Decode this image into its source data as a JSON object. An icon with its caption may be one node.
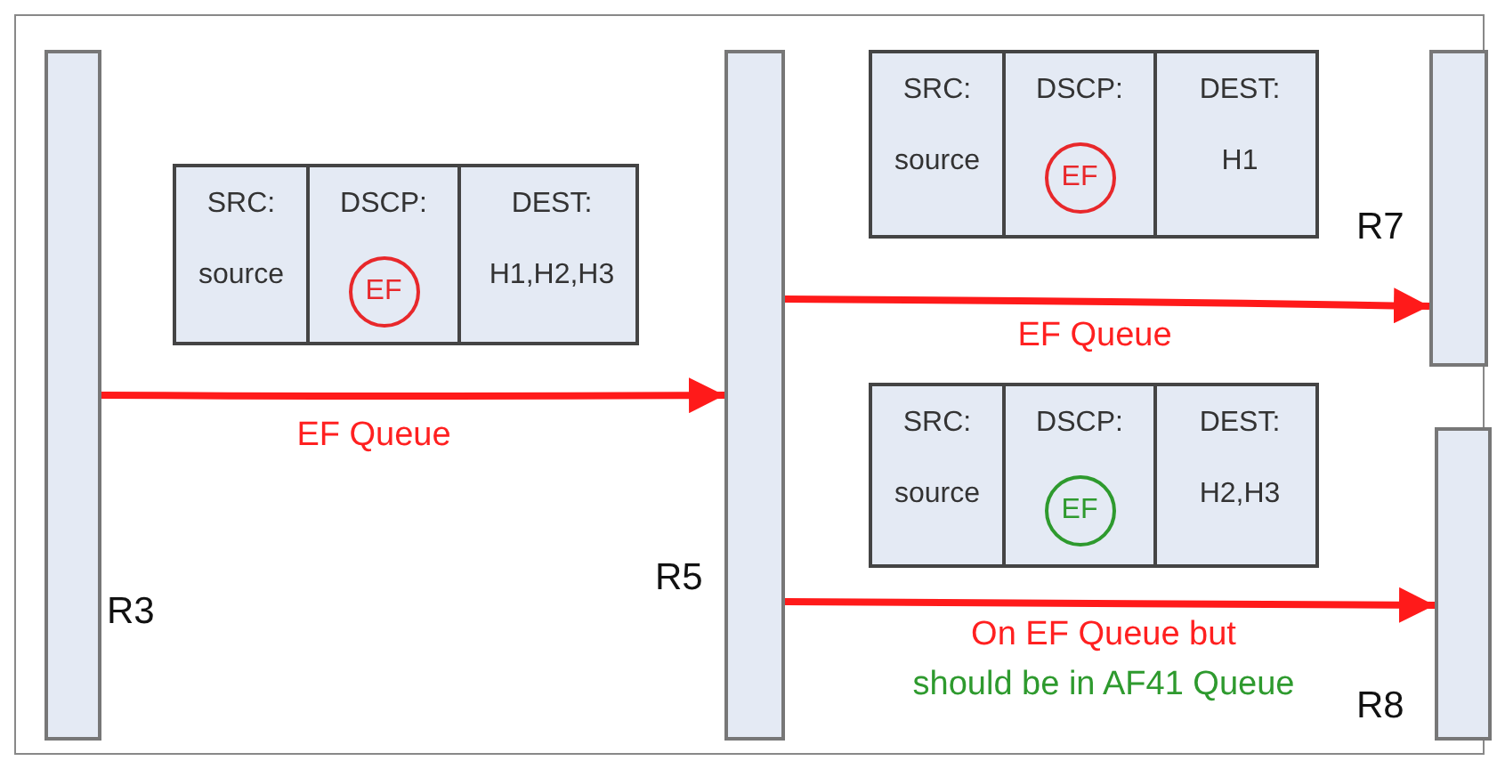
{
  "diagram": {
    "nodes": [
      {
        "text": [
          "R3"
        ]
      },
      {
        "text": [
          "R5"
        ]
      },
      {
        "text": [
          "R7"
        ]
      },
      {
        "text": [
          "R8"
        ]
      },
      {
        "text": [],
        "shape": "box"
      },
      {
        "text": [
          "SRC:",
          "source"
        ],
        "in": 4
      },
      {
        "text": [
          "DSCP:"
        ],
        "in": 4
      },
      {
        "text": [
          "EF"
        ],
        "in": 6
      },
      {
        "text": [
          "DEST:",
          "H1,H2,H3"
        ],
        "in": 4
      },
      {
        "text": [],
        "shape": "box"
      },
      {
        "text": [
          "SRC:",
          "source"
        ],
        "in": 9
      },
      {
        "text": [
          "DSCP:"
        ],
        "in": 9
      },
      {
        "text": [
          "EF"
        ],
        "in": 11
      },
      {
        "text": [
          "DEST:",
          "H1"
        ],
        "in": 9
      },
      {
        "text": [],
        "shape": "box"
      },
      {
        "text": [
          "SRC:",
          "source"
        ],
        "in": 14
      },
      {
        "text": [
          "DSCP:"
        ],
        "in": 14
      },
      {
        "text": [
          "EF"
        ],
        "in": 16
      },
      {
        "text": [
          "DEST:",
          "H2,H3"
        ],
        "in": 14
      }
    ],
    "edges": [
      {
        "from": 0,
        "to": 1,
        "arrow": "to",
        "label": "EF Queue"
      },
      {
        "from": 1,
        "to": 2,
        "arrow": "to",
        "label": "EF Queue"
      },
      {
        "from": 1,
        "to": 3,
        "arrow": "to",
        "label": "On EF Queue but"
      }
    ],
    "labels": [
      "should be in AF41 Queue"
    ]
  }
}
